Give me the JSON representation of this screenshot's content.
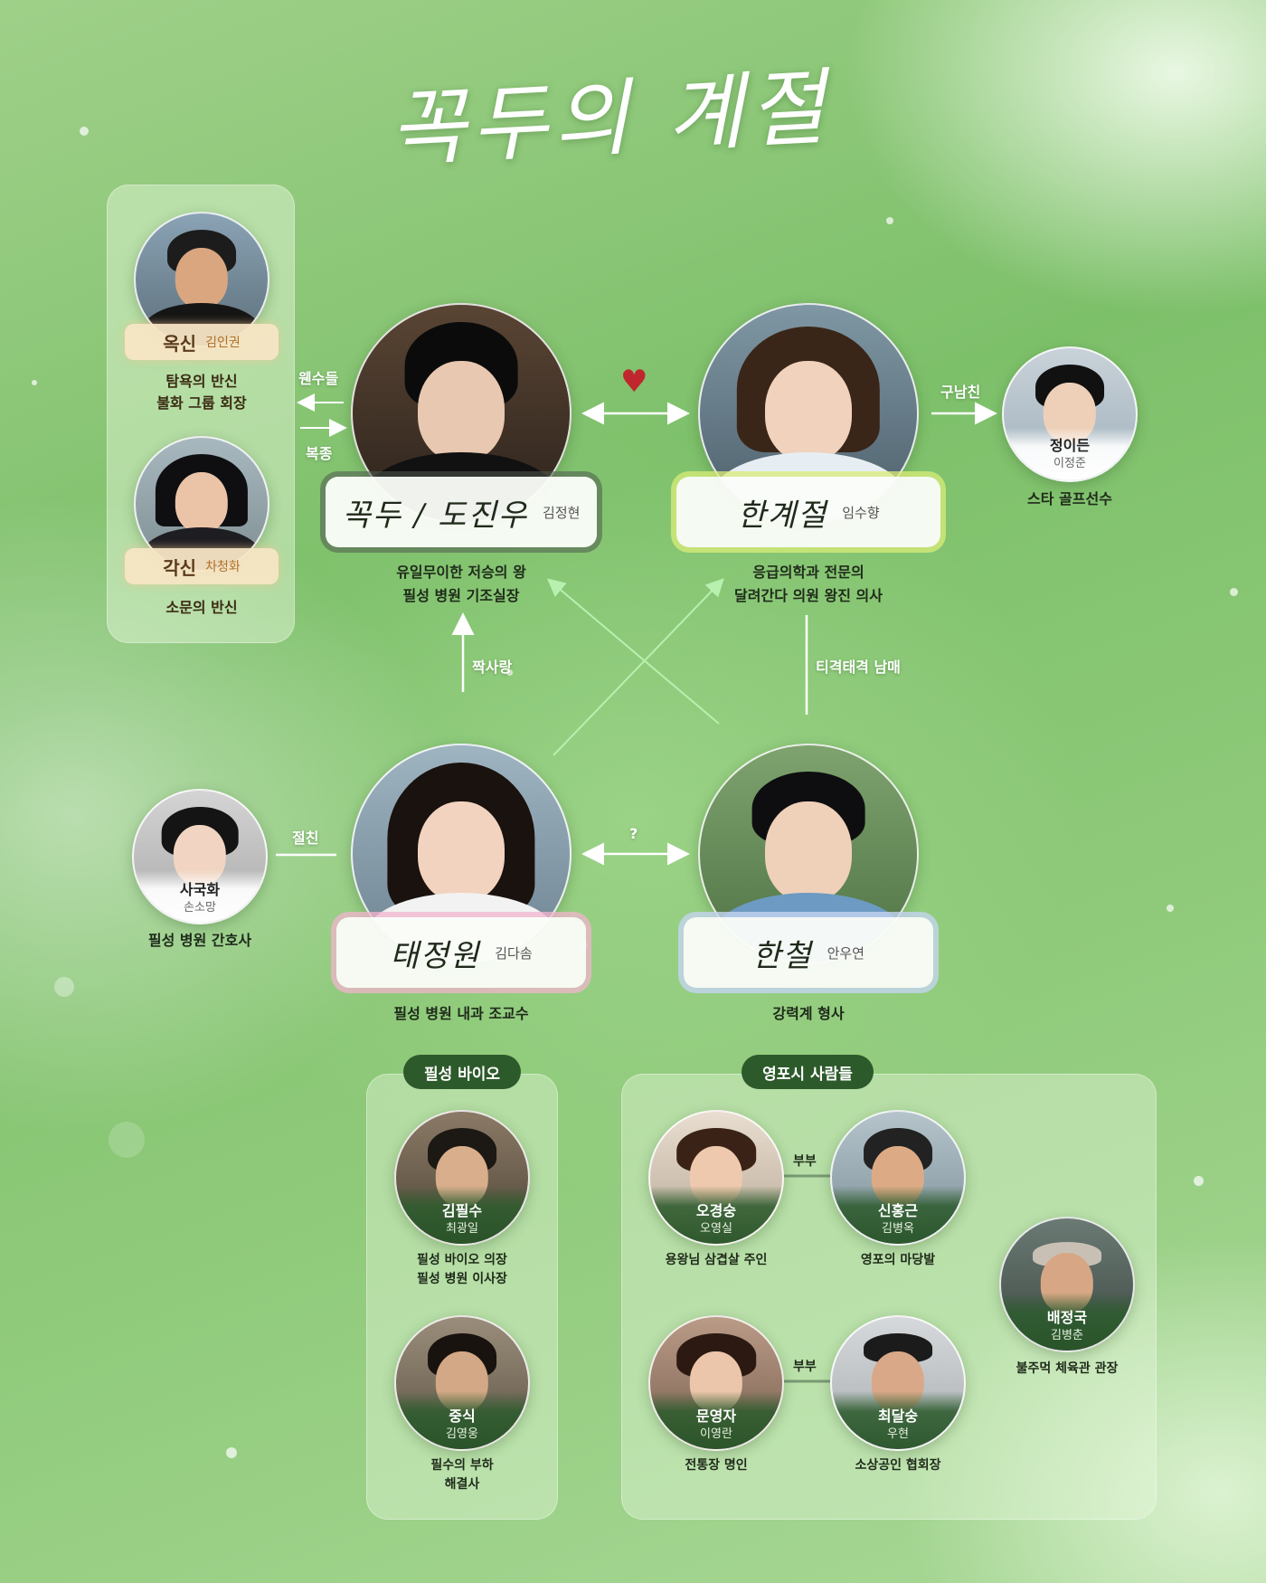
{
  "title": "꼭두의 계절",
  "colors": {
    "accent_green": "#2d5a2b",
    "heart": "#c0262d",
    "tag_gold": "#f7e5c4",
    "tag_pink": "#f3c6d4",
    "tag_lime": "#e8f2a0",
    "tag_blue": "#c9d8f2"
  },
  "left_panel": {
    "people": [
      {
        "role": "옥신",
        "actor": "김인권",
        "desc_1": "탐욕의 반신",
        "desc_2": "불화 그룹 회장",
        "icon": "portrait-man"
      },
      {
        "role": "각신",
        "actor": "차청화",
        "desc_1": "소문의 반신",
        "icon": "portrait-woman"
      }
    ]
  },
  "main": {
    "kkokdu": {
      "role": "꼭두 / 도진우",
      "actor": "김정현",
      "desc_1": "유일무이한 저승의 왕",
      "desc_2": "필성 병원 기조실장"
    },
    "gyejeol": {
      "role": "한계절",
      "actor": "임수향",
      "desc_1": "응급의학과 전문의",
      "desc_2": "달려간다 의원 왕진 의사"
    },
    "jeongwon": {
      "role": "태정원",
      "actor": "김다솜",
      "desc_1": "필성 병원 내과 조교수"
    },
    "cheol": {
      "role": "한철",
      "actor": "안우연",
      "desc_1": "강력계 형사"
    }
  },
  "side": {
    "jeongideun": {
      "role": "정이든",
      "actor": "이정준",
      "desc_1": "스타 골프선수"
    },
    "sagukhwa": {
      "role": "사국화",
      "actor": "손소망",
      "desc_1": "필성 병원 간호사"
    }
  },
  "relations": {
    "wensudeul": "웬수들",
    "bokjong": "복종",
    "heart": "♥",
    "gunamchin": "구남친",
    "jjaksarang": "짝사랑",
    "tigyeok": "티격태격 남매",
    "jeolchin": "절친",
    "question": "?"
  },
  "group_bio": {
    "label": "필성 바이오",
    "people": [
      {
        "role": "김필수",
        "actor": "최광일",
        "desc_1": "필성 바이오 의장",
        "desc_2": "필성 병원 이사장"
      },
      {
        "role": "중식",
        "actor": "김영웅",
        "desc_1": "필수의 부하",
        "desc_2": "해결사"
      }
    ]
  },
  "group_town": {
    "label": "영포시 사람들",
    "couple_label": "부부",
    "people": [
      {
        "role": "오경숭",
        "actor": "오영실",
        "desc_1": "용왕님 삼겹살 주인"
      },
      {
        "role": "신홍근",
        "actor": "김병옥",
        "desc_1": "영포의 마당발"
      },
      {
        "role": "배정국",
        "actor": "김병춘",
        "desc_1": "불주먹 체육관 관장"
      },
      {
        "role": "문영자",
        "actor": "이영란",
        "desc_1": "전통장 명인"
      },
      {
        "role": "최달숭",
        "actor": "우현",
        "desc_1": "소상공인 협회장"
      }
    ]
  }
}
